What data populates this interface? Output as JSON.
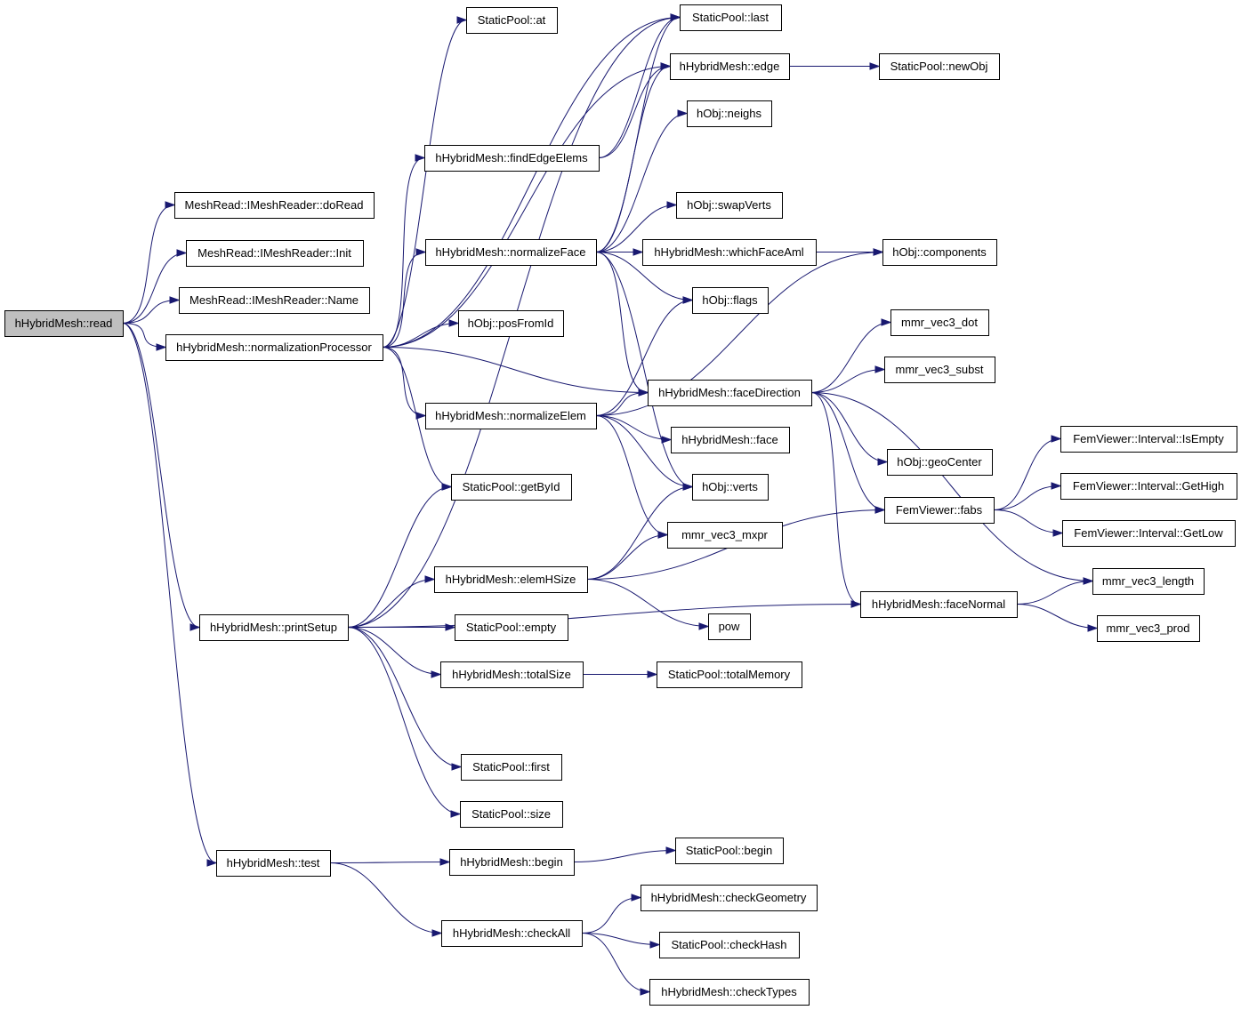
{
  "graph": {
    "colors": {
      "edge": "#191970",
      "root_fill": "#bfbfbf",
      "node_fill": "#ffffff",
      "node_border": "#000000"
    },
    "nodes": [
      {
        "id": "read",
        "label": "hHybridMesh::read"
      },
      {
        "id": "doRead",
        "label": "MeshRead::IMeshReader::doRead"
      },
      {
        "id": "init",
        "label": "MeshRead::IMeshReader::Init"
      },
      {
        "id": "name",
        "label": "MeshRead::IMeshReader::Name"
      },
      {
        "id": "normProc",
        "label": "hHybridMesh::normalizationProcessor"
      },
      {
        "id": "printSetup",
        "label": "hHybridMesh::printSetup"
      },
      {
        "id": "test",
        "label": "hHybridMesh::test"
      },
      {
        "id": "spAt",
        "label": "StaticPool::at"
      },
      {
        "id": "spLast",
        "label": "StaticPool::last"
      },
      {
        "id": "findEdge",
        "label": "hHybridMesh::findEdgeElems"
      },
      {
        "id": "normFace",
        "label": "hHybridMesh::normalizeFace"
      },
      {
        "id": "posFromId",
        "label": "hObj::posFromId"
      },
      {
        "id": "normElem",
        "label": "hHybridMesh::normalizeElem"
      },
      {
        "id": "getById",
        "label": "StaticPool::getById"
      },
      {
        "id": "elemHSize",
        "label": "hHybridMesh::elemHSize"
      },
      {
        "id": "spEmpty",
        "label": "StaticPool::empty"
      },
      {
        "id": "totalSize",
        "label": "hHybridMesh::totalSize"
      },
      {
        "id": "spFirst",
        "label": "StaticPool::first"
      },
      {
        "id": "spSize",
        "label": "StaticPool::size"
      },
      {
        "id": "hmBegin",
        "label": "hHybridMesh::begin"
      },
      {
        "id": "checkAll",
        "label": "hHybridMesh::checkAll"
      },
      {
        "id": "hmEdge",
        "label": "hHybridMesh::edge"
      },
      {
        "id": "neighs",
        "label": "hObj::neighs"
      },
      {
        "id": "swapVerts",
        "label": "hObj::swapVerts"
      },
      {
        "id": "whichFace",
        "label": "hHybridMesh::whichFaceAml"
      },
      {
        "id": "flags",
        "label": "hObj::flags"
      },
      {
        "id": "faceDir",
        "label": "hHybridMesh::faceDirection"
      },
      {
        "id": "hmFace",
        "label": "hHybridMesh::face"
      },
      {
        "id": "verts",
        "label": "hObj::verts"
      },
      {
        "id": "mxpr",
        "label": "mmr_vec3_mxpr"
      },
      {
        "id": "pow",
        "label": "pow"
      },
      {
        "id": "totalMem",
        "label": "StaticPool::totalMemory"
      },
      {
        "id": "spBegin",
        "label": "StaticPool::begin"
      },
      {
        "id": "checkGeom",
        "label": "hHybridMesh::checkGeometry"
      },
      {
        "id": "checkHash",
        "label": "StaticPool::checkHash"
      },
      {
        "id": "checkTypes",
        "label": "hHybridMesh::checkTypes"
      },
      {
        "id": "newObj",
        "label": "StaticPool::newObj"
      },
      {
        "id": "components",
        "label": "hObj::components"
      },
      {
        "id": "vecDot",
        "label": "mmr_vec3_dot"
      },
      {
        "id": "vecSubst",
        "label": "mmr_vec3_subst"
      },
      {
        "id": "geoCenter",
        "label": "hObj::geoCenter"
      },
      {
        "id": "fabs",
        "label": "FemViewer::fabs"
      },
      {
        "id": "faceNormal",
        "label": "hHybridMesh::faceNormal"
      },
      {
        "id": "isEmpty",
        "label": "FemViewer::Interval::IsEmpty"
      },
      {
        "id": "getHigh",
        "label": "FemViewer::Interval::GetHigh"
      },
      {
        "id": "getLow",
        "label": "FemViewer::Interval::GetLow"
      },
      {
        "id": "vecLength",
        "label": "mmr_vec3_length"
      },
      {
        "id": "vecProd",
        "label": "mmr_vec3_prod"
      }
    ],
    "edges": [
      {
        "from": "read",
        "to": "doRead"
      },
      {
        "from": "read",
        "to": "init"
      },
      {
        "from": "read",
        "to": "name"
      },
      {
        "from": "read",
        "to": "normProc"
      },
      {
        "from": "read",
        "to": "printSetup"
      },
      {
        "from": "read",
        "to": "test"
      },
      {
        "from": "normProc",
        "to": "spAt"
      },
      {
        "from": "normProc",
        "to": "spLast"
      },
      {
        "from": "normProc",
        "to": "hmEdge"
      },
      {
        "from": "normProc",
        "to": "findEdge"
      },
      {
        "from": "normProc",
        "to": "normFace"
      },
      {
        "from": "normProc",
        "to": "posFromId"
      },
      {
        "from": "normProc",
        "to": "normElem"
      },
      {
        "from": "normProc",
        "to": "faceDir"
      },
      {
        "from": "normProc",
        "to": "getById"
      },
      {
        "from": "findEdge",
        "to": "spLast"
      },
      {
        "from": "findEdge",
        "to": "hmEdge"
      },
      {
        "from": "normFace",
        "to": "spLast"
      },
      {
        "from": "normFace",
        "to": "hmEdge"
      },
      {
        "from": "normFace",
        "to": "neighs"
      },
      {
        "from": "normFace",
        "to": "components"
      },
      {
        "from": "normFace",
        "to": "swapVerts"
      },
      {
        "from": "normFace",
        "to": "whichFace"
      },
      {
        "from": "normFace",
        "to": "flags"
      },
      {
        "from": "normFace",
        "to": "faceDir"
      },
      {
        "from": "normFace",
        "to": "verts"
      },
      {
        "from": "whichFace",
        "to": "components"
      },
      {
        "from": "hmEdge",
        "to": "newObj"
      },
      {
        "from": "normElem",
        "to": "flags"
      },
      {
        "from": "normElem",
        "to": "components"
      },
      {
        "from": "normElem",
        "to": "faceDir"
      },
      {
        "from": "normElem",
        "to": "hmFace"
      },
      {
        "from": "normElem",
        "to": "verts"
      },
      {
        "from": "normElem",
        "to": "mxpr"
      },
      {
        "from": "faceDir",
        "to": "vecDot"
      },
      {
        "from": "faceDir",
        "to": "vecSubst"
      },
      {
        "from": "faceDir",
        "to": "geoCenter"
      },
      {
        "from": "faceDir",
        "to": "fabs"
      },
      {
        "from": "faceDir",
        "to": "faceNormal"
      },
      {
        "from": "faceDir",
        "to": "vecLength"
      },
      {
        "from": "fabs",
        "to": "isEmpty"
      },
      {
        "from": "fabs",
        "to": "getHigh"
      },
      {
        "from": "fabs",
        "to": "getLow"
      },
      {
        "from": "faceNormal",
        "to": "vecLength"
      },
      {
        "from": "faceNormal",
        "to": "vecProd"
      },
      {
        "from": "printSetup",
        "to": "spLast"
      },
      {
        "from": "printSetup",
        "to": "getById"
      },
      {
        "from": "printSetup",
        "to": "elemHSize"
      },
      {
        "from": "printSetup",
        "to": "spEmpty"
      },
      {
        "from": "printSetup",
        "to": "totalSize"
      },
      {
        "from": "printSetup",
        "to": "faceNormal"
      },
      {
        "from": "printSetup",
        "to": "spFirst"
      },
      {
        "from": "printSetup",
        "to": "spSize"
      },
      {
        "from": "elemHSize",
        "to": "verts"
      },
      {
        "from": "elemHSize",
        "to": "mxpr"
      },
      {
        "from": "elemHSize",
        "to": "fabs"
      },
      {
        "from": "elemHSize",
        "to": "pow"
      },
      {
        "from": "totalSize",
        "to": "totalMem"
      },
      {
        "from": "test",
        "to": "hmBegin"
      },
      {
        "from": "test",
        "to": "checkAll"
      },
      {
        "from": "hmBegin",
        "to": "spBegin"
      },
      {
        "from": "checkAll",
        "to": "checkGeom"
      },
      {
        "from": "checkAll",
        "to": "checkHash"
      },
      {
        "from": "checkAll",
        "to": "checkTypes"
      }
    ]
  }
}
